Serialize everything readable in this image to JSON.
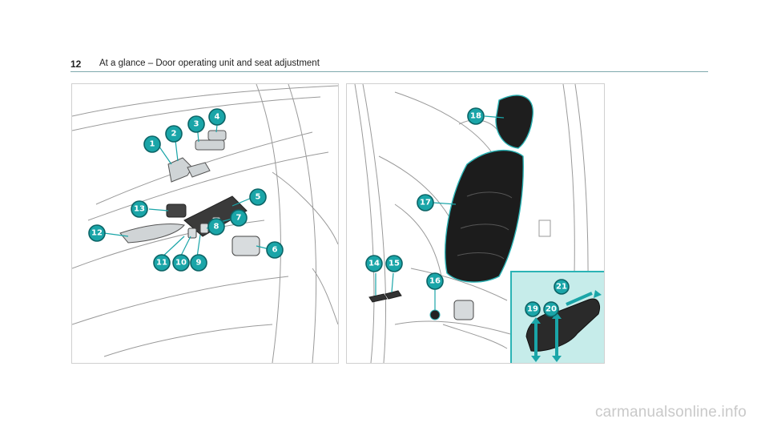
{
  "header": {
    "page_number": "12",
    "title": "At a glance – Door operating unit and seat adjustment"
  },
  "callouts_left": [
    "1",
    "2",
    "3",
    "4",
    "5",
    "6",
    "7",
    "8",
    "9",
    "10",
    "11",
    "12",
    "13"
  ],
  "callouts_right": [
    "14",
    "15",
    "16",
    "17",
    "18",
    "19",
    "20",
    "21"
  ],
  "colors": {
    "accent": "#1aa5a8",
    "inset_bg": "#c6ecea",
    "rule": "#7fa9ad"
  },
  "watermark": "carmanualsonline.info"
}
